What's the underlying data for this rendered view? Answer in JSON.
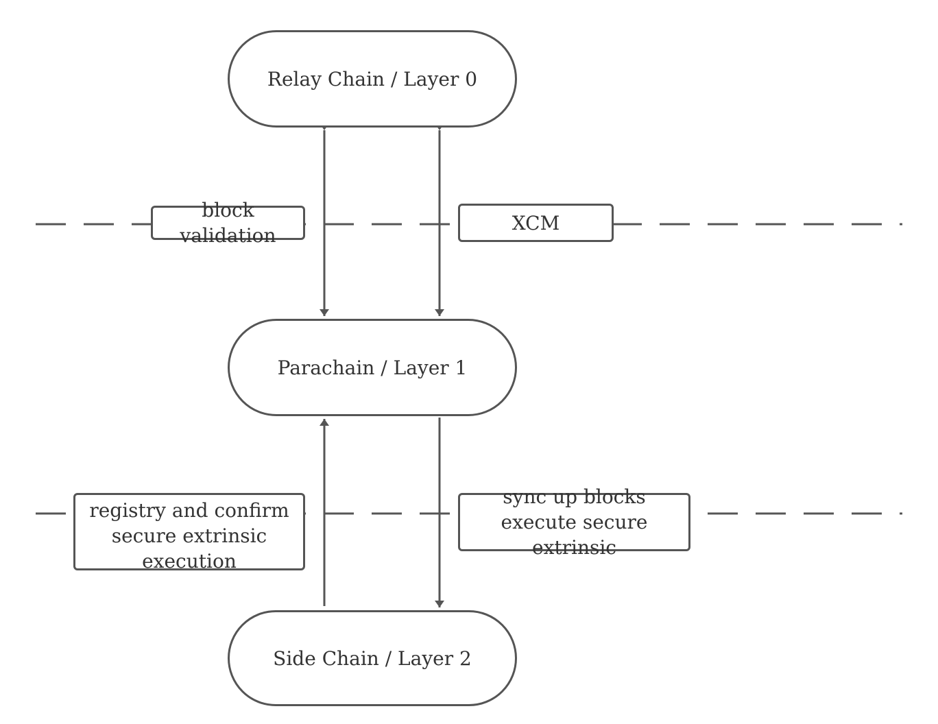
{
  "nodes": {
    "relay": "Relay Chain / Layer 0",
    "parachain": "Parachain / Layer 1",
    "sidechain": "Side Chain / Layer 2"
  },
  "labels": {
    "block_validation": "block validation",
    "xcm": "XCM",
    "registry": "registry and confirm\nsecure extrinsic\nexecution",
    "sync": "sync up blocks\nexecute secure extrinsic"
  },
  "colors": {
    "stroke": "#555555",
    "text": "#333333",
    "background": "#ffffff"
  }
}
